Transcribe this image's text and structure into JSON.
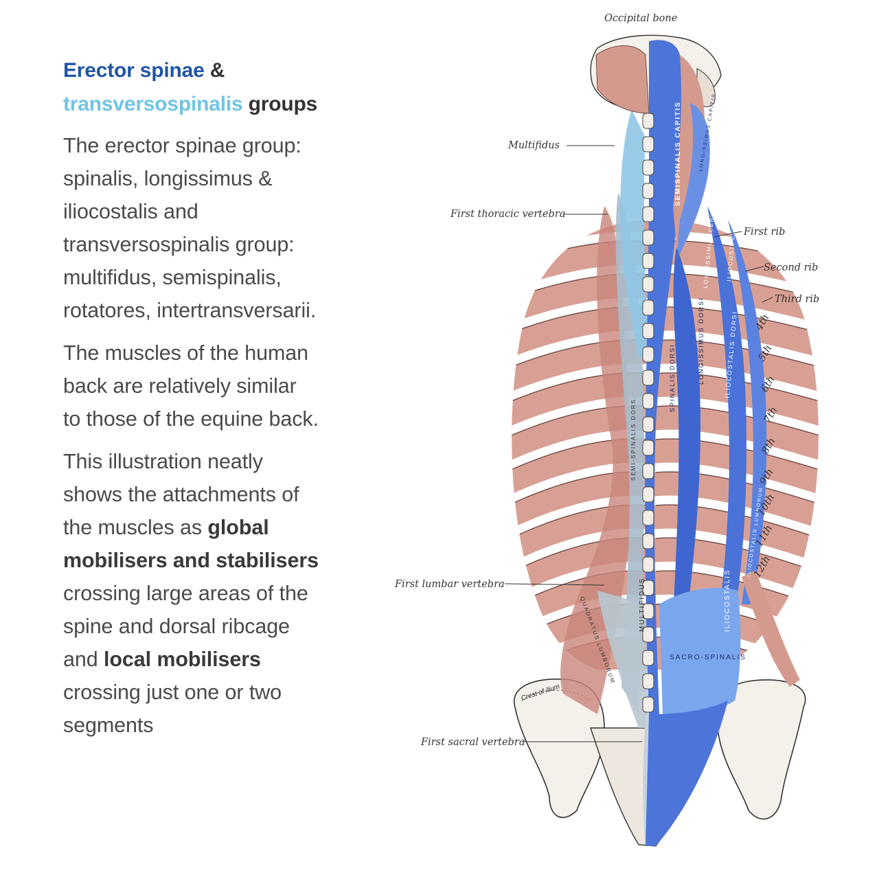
{
  "heading": {
    "part1": "Erector spinae",
    "amp": "&",
    "part2": "transversospinalis",
    "part3": "groups"
  },
  "paragraph1": {
    "lines": [
      "The erector spinae group:",
      "spinalis, longissimus &",
      "iliocostalis and",
      "transversospinalis group:",
      "multifidus, semispinalis,",
      "rotatores, intertransversarii."
    ]
  },
  "paragraph2": {
    "lines": [
      "The muscles of the human",
      "back are relatively similar",
      "to those of the equine back."
    ]
  },
  "paragraph3": {
    "line1": "This illustration neatly",
    "line2": "shows the attachments of",
    "line3_pre": "the muscles as",
    "line3_bold": "global",
    "line4_bold": "mobilisers and stabilisers",
    "line5": "crossing large areas of the",
    "line6": "spine and dorsal ribcage",
    "line7_pre": "and",
    "line7_bold": "local mobilisers",
    "line8": "crossing just one or two",
    "line9": "segments"
  },
  "labels": {
    "occipital_bone": "Occipital bone",
    "multifidus": "Multifidus",
    "first_thoracic": "First thoracic vertebra",
    "first_rib": "First rib",
    "second_rib": "Second rib",
    "third_rib": "Third rib",
    "first_lumbar": "First lumbar vertebra",
    "first_sacral": "First sacral vertebra"
  },
  "muscle_labels": {
    "semispinalis_capitis": "SEMISPINALIS CAPITIS",
    "longissimus_capitis": "LONGISSIMUS CAPITIS",
    "longissimus_cervicis": "LONGISSIMUS CERVICIS",
    "iliocostalis_cervicis": "ILIOCOST. CERV.",
    "iliocostalis_dorsi": "ILIOCOSTALIS DORSI",
    "longissimus_dorsi": "LONGISSIMUS DORSI",
    "spinalis_dorsi": "SPINALIS DORSI",
    "semispinalis_dorsi": "SEMI-SPINALIS DORS.",
    "iliocostalis_lumborum": "ILIOCOSTALIS LUMBORUM",
    "sacrospinalis": "SACRO-SPINALIS",
    "multifidus_vertical": "MULTIFIDUS",
    "quadratus_lumborum": "QUADRATUS LUMBORUM",
    "iliocostalis_vertical": "ILIOCOSTALIS",
    "crest_of_ilium": "Crest of ilium"
  },
  "rib_labels": [
    "4th",
    "5th",
    "6th",
    "7th",
    "8th",
    "9th",
    "10th",
    "11th",
    "12th"
  ],
  "colors": {
    "title_blue": "#1f55a8",
    "title_light_blue": "#6fc4e6",
    "muscle_red": "#d2958c",
    "muscle_blue": "#4a72d8",
    "muscle_light_blue": "#8fc6e6",
    "bone": "#f4f0ea"
  }
}
